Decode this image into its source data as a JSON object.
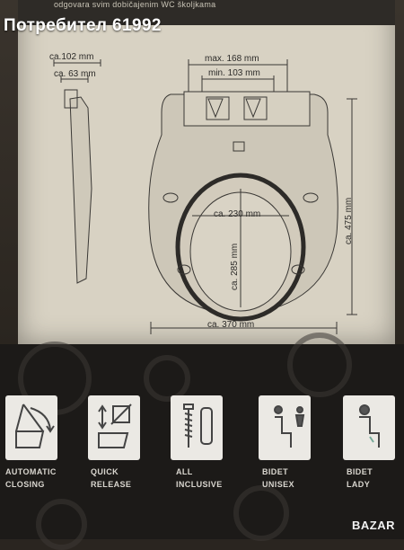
{
  "watermark_title": "Потребител 61992",
  "header_subtitle": "odgovara svim dobičajenim WC školjkama",
  "dimensions": {
    "side_top": "ca.102 mm",
    "side_mid": "ca. 63 mm",
    "max_width": "max. 168 mm",
    "min_width": "min. 103 mm",
    "inner_width": "ca. 230 mm",
    "inner_length": "ca. 285 mm",
    "total_length": "ca. 475 mm",
    "total_width": "ca. 370 mm"
  },
  "features": [
    {
      "line1": "AUTOMATIC",
      "line2": "CLOSING",
      "icon": "soft-close-icon"
    },
    {
      "line1": "QUICK",
      "line2": "RELEASE",
      "icon": "quick-release-icon"
    },
    {
      "line1": "ALL",
      "line2": "INCLUSIVE",
      "icon": "screw-fittings-icon"
    },
    {
      "line1": "BIDET",
      "line2": "UNISEX",
      "icon": "bidet-unisex-icon"
    },
    {
      "line1": "BIDET",
      "line2": "LADY",
      "icon": "bidet-lady-icon"
    }
  ],
  "logo": "BAZAR"
}
